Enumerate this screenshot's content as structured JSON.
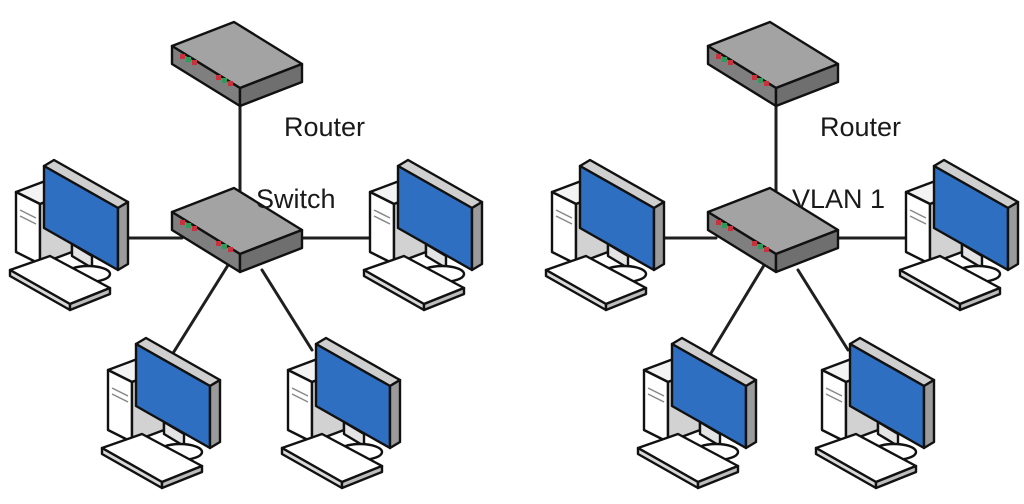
{
  "diagrams": [
    {
      "router_label": "Router",
      "switch_label": "Switch"
    },
    {
      "router_label": "Router",
      "switch_label": "VLAN 1"
    }
  ],
  "colors": {
    "screen": "#2f6fc1",
    "device_top": "#9e9e9e",
    "device_side": "#7a7a7a",
    "port_red": "#c8323c",
    "port_green": "#2f9a5a",
    "case_light": "#f3f3f3",
    "case_shade": "#cfcfcf"
  },
  "icons": [
    "router-icon",
    "switch-icon",
    "computer-icon"
  ]
}
